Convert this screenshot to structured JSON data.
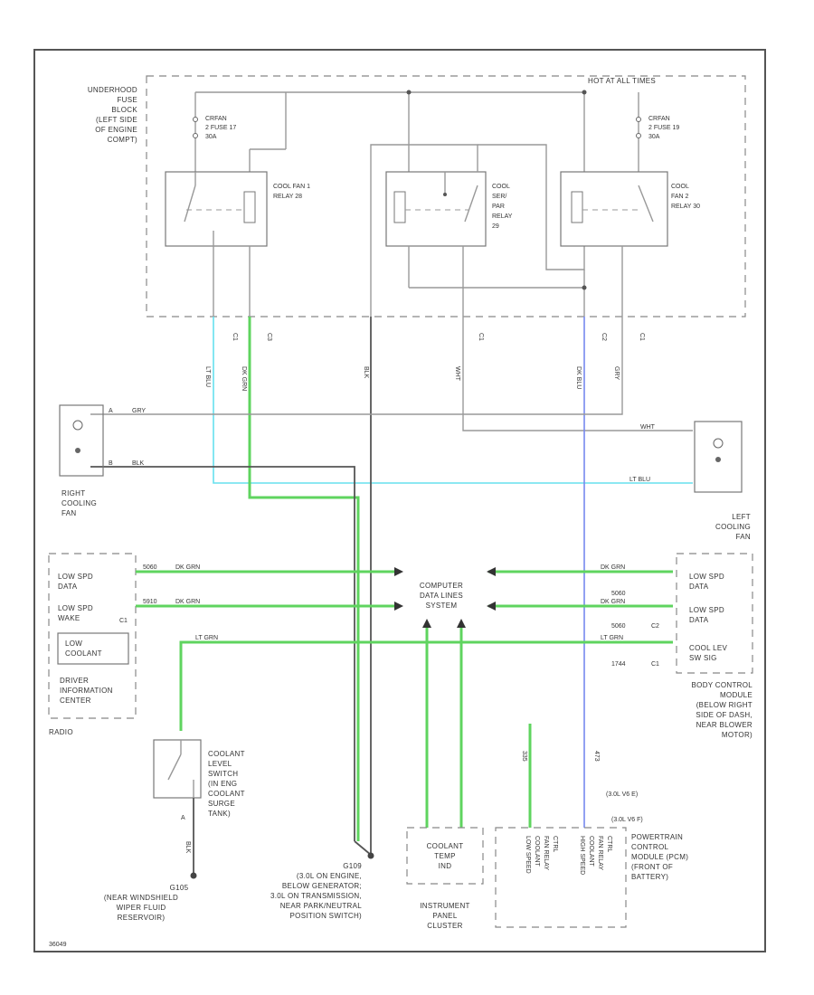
{
  "diagram": {
    "hot_label": "HOT AT ALL TIMES",
    "fuse_block": [
      "UNDERHOOD",
      "FUSE",
      "BLOCK",
      "(LEFT SIDE",
      "OF ENGINE",
      "COMPT)"
    ],
    "fuse17": [
      "CRFAN",
      "2 FUSE 17",
      "30A"
    ],
    "fuse19": [
      "CRFAN",
      "2 FUSE 19",
      "30A"
    ],
    "relay1": [
      "COOL FAN 1",
      "RELAY 28"
    ],
    "relay_series": [
      "COOL",
      "SER/",
      "PAR",
      "RELAY",
      "29"
    ],
    "relay2": [
      "COOL",
      "FAN 2",
      "RELAY 30"
    ],
    "conn_c1": "C1",
    "conn_c2": "C2",
    "conn_c3": "C3",
    "wire_lt_blu": "LT BLU",
    "wire_dk_grn": "DK GRN",
    "wire_blk": "BLK",
    "wire_wht": "WHT",
    "wire_dk_blu": "DK BLU",
    "wire_gry": "GRY",
    "wire_dk_grn_short": "DK GRN",
    "pin_a": "A",
    "pin_b": "B",
    "right_fan": [
      "RIGHT",
      "COOLING",
      "FAN"
    ],
    "left_fan": [
      "LEFT",
      "COOLING",
      "FAN"
    ],
    "radio_box": {
      "low_spd_data": [
        "LOW SPD",
        "DATA"
      ],
      "low_spd_wakeup": [
        "LOW SPD",
        "WAKE"
      ],
      "low_coolant": [
        "LOW",
        "COOLANT"
      ],
      "driver_info": [
        "DRIVER",
        "INFORMATION",
        "CENTER"
      ],
      "radio": "RADIO"
    },
    "left_wires": [
      {
        "num": "5060",
        "color": "DK GRN"
      },
      {
        "num": "5910",
        "color": "DK GRN"
      },
      {
        "num": "",
        "color": "LT GRN"
      }
    ],
    "data_lines": [
      "COMPUTER",
      "DATA LINES",
      "SYSTEM"
    ],
    "bcm_box": {
      "low_spd_data_1": [
        "LOW SPD",
        "DATA"
      ],
      "low_spd_data_2": [
        "LOW SPD",
        "DATA"
      ],
      "cool_lev": [
        "COOL LEV",
        "SW SIG"
      ],
      "c2": "C2",
      "c1": "C1",
      "s_5060": "5060",
      "s_1744": "1744"
    },
    "right_wires": [
      {
        "num": "5060",
        "color": "DK GRN"
      },
      {
        "num": "5060",
        "color": "DK GRN"
      },
      {
        "num": "",
        "color": "LT GRN"
      }
    ],
    "bcm_label": [
      "BODY CONTROL",
      "MODULE",
      "(BELOW RIGHT",
      "SIDE OF DASH,",
      "NEAR BLOWER",
      "MOTOR)"
    ],
    "coolant_switch": [
      "COOLANT",
      "LEVEL",
      "SWITCH",
      "(IN ENG",
      "COOLANT",
      "SURGE",
      "TANK)"
    ],
    "ground_g105": [
      "G105",
      "(NEAR WINDSHIELD",
      "WIPER FLUID",
      "RESERVOIR)"
    ],
    "ground_g109": [
      "G109",
      "(3.0L ON ENGINE,",
      "BELOW GENERATOR;",
      "3.0L ON TRANSMISSION,",
      "NEAR PARK/NEUTRAL",
      "POSITION SWITCH)"
    ],
    "coolant_temp": [
      "COOLANT",
      "TEMP",
      "IND"
    ],
    "ipc": [
      "INSTRUMENT",
      "PANEL",
      "CLUSTER"
    ],
    "pcm_inner": [
      "LOW SPEED",
      "COOLANT",
      "FAN RELAY",
      "CTRL",
      "HIGH SPEED",
      "COOLANT",
      "FAN RELAY",
      "CTRL"
    ],
    "pcm_label": [
      "POWERTRAIN",
      "CONTROL",
      "MODULE (PCM)",
      "(FRONT OF",
      "BATTERY)"
    ],
    "pcm_conn1": "(3.0L V6 E)",
    "pcm_conn2": "(3.0L V6 F)",
    "pcm_wire_335": "335",
    "pcm_wire_473": "473",
    "footer": "36049"
  }
}
